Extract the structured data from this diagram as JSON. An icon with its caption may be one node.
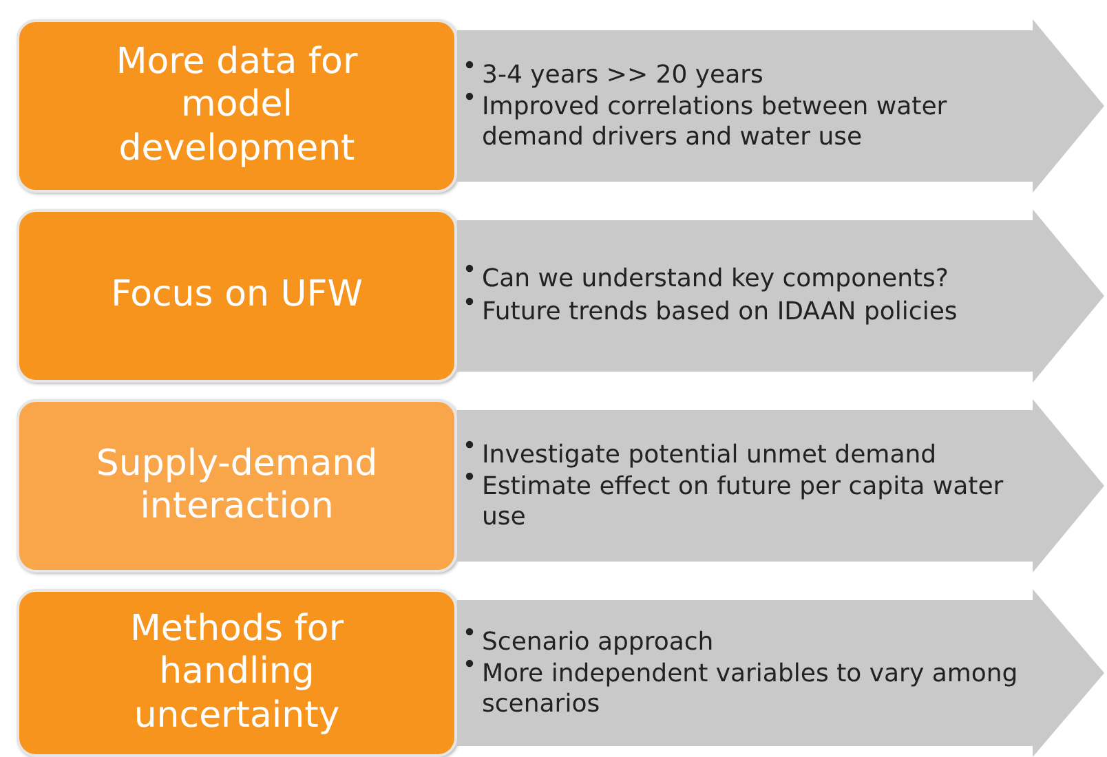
{
  "diagram": {
    "nodes": [
      {
        "text": [
          "More data for model development"
        ]
      },
      {
        "text": [
          "3-4 years >> 20 years",
          "Improved correlations between water demand drivers and water use"
        ]
      },
      {
        "text": [
          "Focus on UFW"
        ]
      },
      {
        "text": [
          "Can we understand key components?",
          "Future trends based on IDAAN policies"
        ]
      },
      {
        "text": [
          "Supply-demand interaction"
        ]
      },
      {
        "text": [
          "Investigate potential unmet demand",
          "Estimate effect on future per capita water use"
        ]
      },
      {
        "text": [
          "Methods for handling uncertainty"
        ]
      },
      {
        "text": [
          "Scenario approach",
          "More independent variables to vary among scenarios"
        ]
      }
    ]
  }
}
